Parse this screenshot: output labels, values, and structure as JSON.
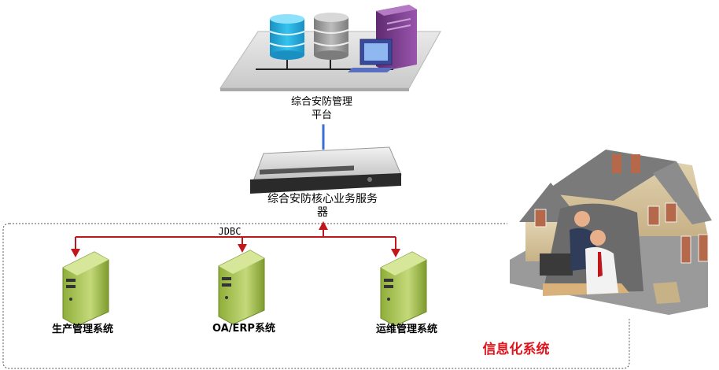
{
  "platform": {
    "label_line1": "综合安防管理",
    "label_line2": "平台"
  },
  "core_server": {
    "label_line1": "综合安防核心业务服务",
    "label_line2": "器"
  },
  "connector": {
    "label": "JDBC"
  },
  "systems": [
    {
      "label": "生产管理系统"
    },
    {
      "label": "OA/ERP系统"
    },
    {
      "label": "运维管理系统"
    }
  ],
  "group": {
    "label": "信息化系统"
  },
  "colors": {
    "link_blue": "#3a6fd8",
    "link_red": "#c0171c",
    "group_label_red": "#e0141c",
    "server_green": "#a8c25a",
    "db_cyan": "#2aa9d8",
    "db_gray": "#9a9a9a",
    "tower_purple": "#7a3c8c"
  },
  "icons": {
    "platform": "platform-illustration",
    "core_server": "rack-server-icon",
    "systems": "tower-server-icon",
    "house": "office-house-illustration"
  }
}
